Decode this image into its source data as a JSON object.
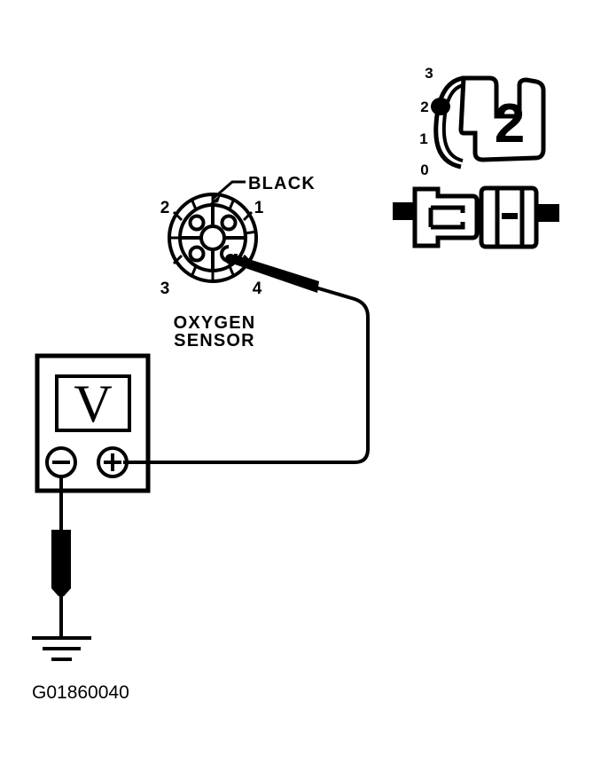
{
  "figure": {
    "caption": "G01860040",
    "colors": {
      "ink": "#000000",
      "background": "#ffffff"
    }
  },
  "sensor_connector": {
    "part_label_line1": "OXYGEN",
    "part_label_line2": "SENSOR",
    "wire_color_callout": "BLACK",
    "pins": [
      {
        "number": "1",
        "position": "top-right"
      },
      {
        "number": "2",
        "position": "top-left"
      },
      {
        "number": "3",
        "position": "bottom-left"
      },
      {
        "number": "4",
        "position": "bottom-right"
      }
    ],
    "probed_pin": "4"
  },
  "connector_detail": {
    "callout_number": "2",
    "scale_labels": [
      {
        "value": "3",
        "position": "top"
      },
      {
        "value": "2",
        "position": "upper-middle"
      },
      {
        "value": "1",
        "position": "lower-middle"
      },
      {
        "value": "0",
        "position": "bottom"
      }
    ],
    "marked_position": "2"
  },
  "meter": {
    "display_symbol": "V",
    "type": "voltmeter",
    "terminals": [
      {
        "name": "negative",
        "symbol": "−"
      },
      {
        "name": "positive",
        "symbol": "+"
      }
    ]
  },
  "ground": {
    "symbol": "earth-ground",
    "bars": 3
  }
}
